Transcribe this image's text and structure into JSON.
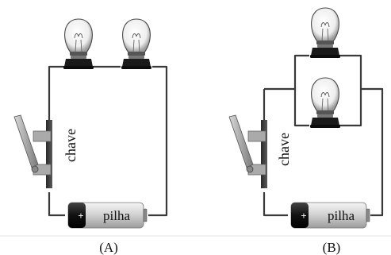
{
  "circuits": [
    {
      "caption": "(A)",
      "switch_label": "chave",
      "battery_label": "pilha",
      "battery_sign": "+"
    },
    {
      "caption": "(B)",
      "switch_label": "chave",
      "battery_label": "pilha",
      "battery_sign": "+"
    }
  ],
  "colors": {
    "wire": "#3a3a3a",
    "background": "#ffffff",
    "battery_dark": "#111111",
    "socket": "#1a1a1a"
  }
}
